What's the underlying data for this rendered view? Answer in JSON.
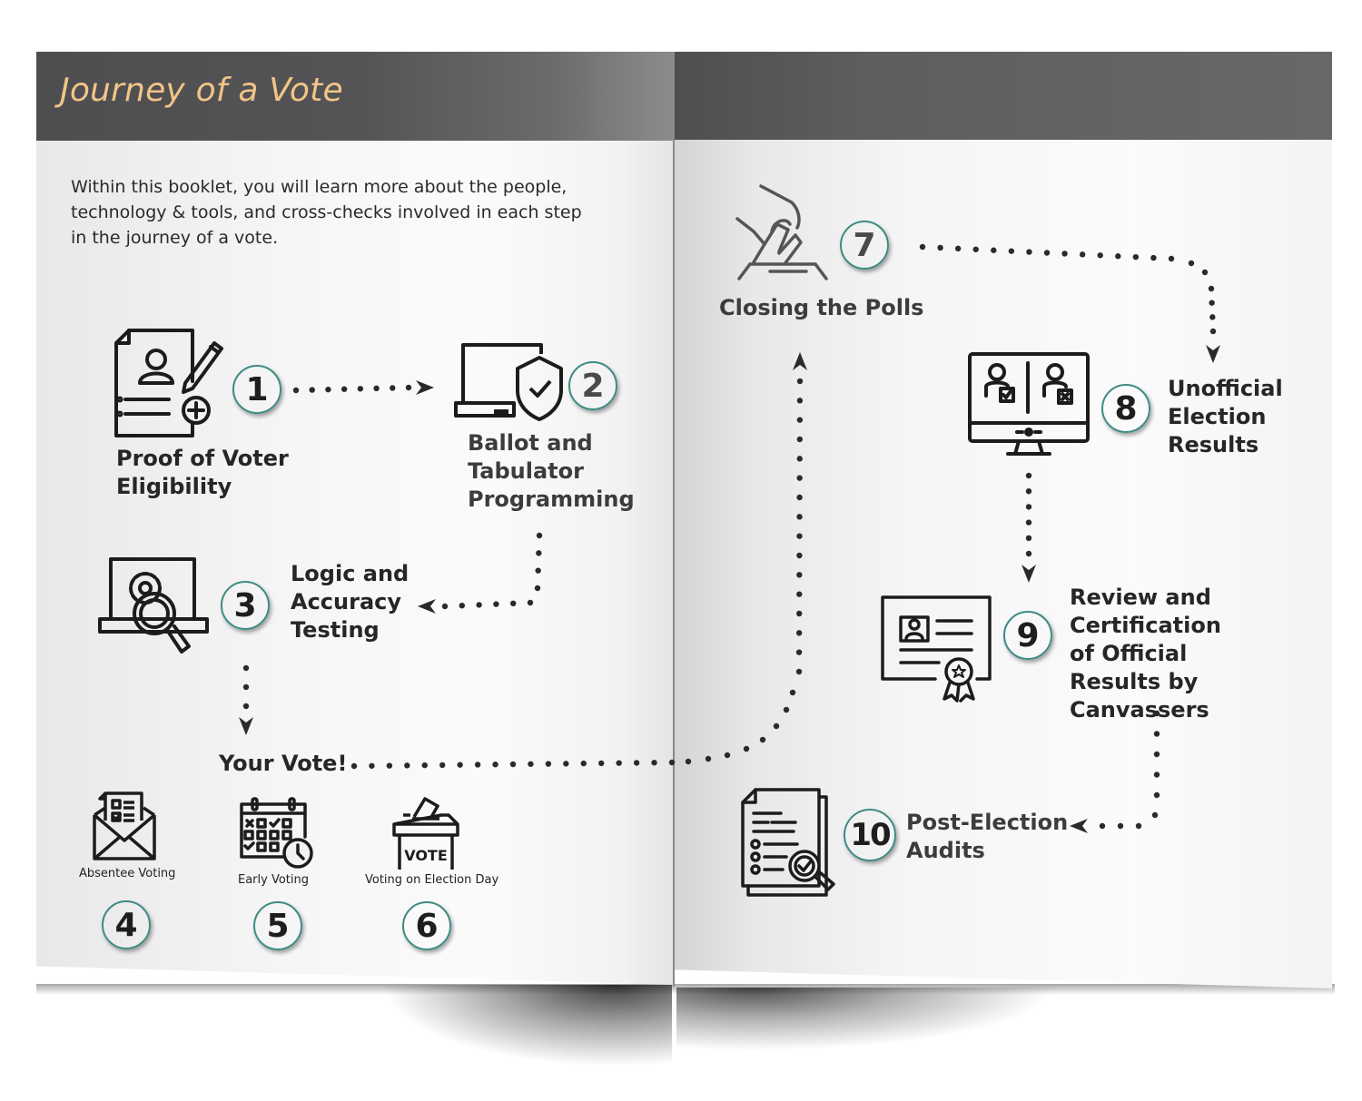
{
  "booklet": {
    "title": "Journey of a Vote",
    "intro": "Within this booklet, you will learn more about the people, technology & tools, and cross-checks involved in each step in the journey of a vote.",
    "accent_color": "#f2c587",
    "badge_color": "#3e8c84",
    "header_color": "#545456"
  },
  "steps": [
    {
      "number": "1",
      "label": "Proof of Voter Eligibility",
      "icon": "document-person-pencil-icon"
    },
    {
      "number": "2",
      "label": "Ballot and Tabulator Programming",
      "icon": "laptop-shield-icon"
    },
    {
      "number": "3",
      "label": "Logic and Accuracy Testing",
      "icon": "laptop-gear-magnifier-icon"
    },
    {
      "number": "4",
      "label": "Absentee Voting",
      "icon": "envelope-ballot-icon"
    },
    {
      "number": "5",
      "label": "Early Voting",
      "icon": "calendar-clock-icon"
    },
    {
      "number": "6",
      "label": "Voting on Election Day",
      "icon": "ballot-box-icon"
    },
    {
      "number": "7",
      "label": "Closing the Polls",
      "icon": "hand-ballot-box-icon"
    },
    {
      "number": "8",
      "label": "Unofficial Election Results",
      "icon": "monitor-candidates-icon"
    },
    {
      "number": "9",
      "label": "Review and Certification of Official Results by Canvassers",
      "icon": "certificate-icon"
    },
    {
      "number": "10",
      "label": "Post-Election Audits",
      "icon": "documents-magnifier-icon"
    }
  ],
  "your_vote_label": "Your Vote!",
  "ballot_box_text": "VOTE"
}
